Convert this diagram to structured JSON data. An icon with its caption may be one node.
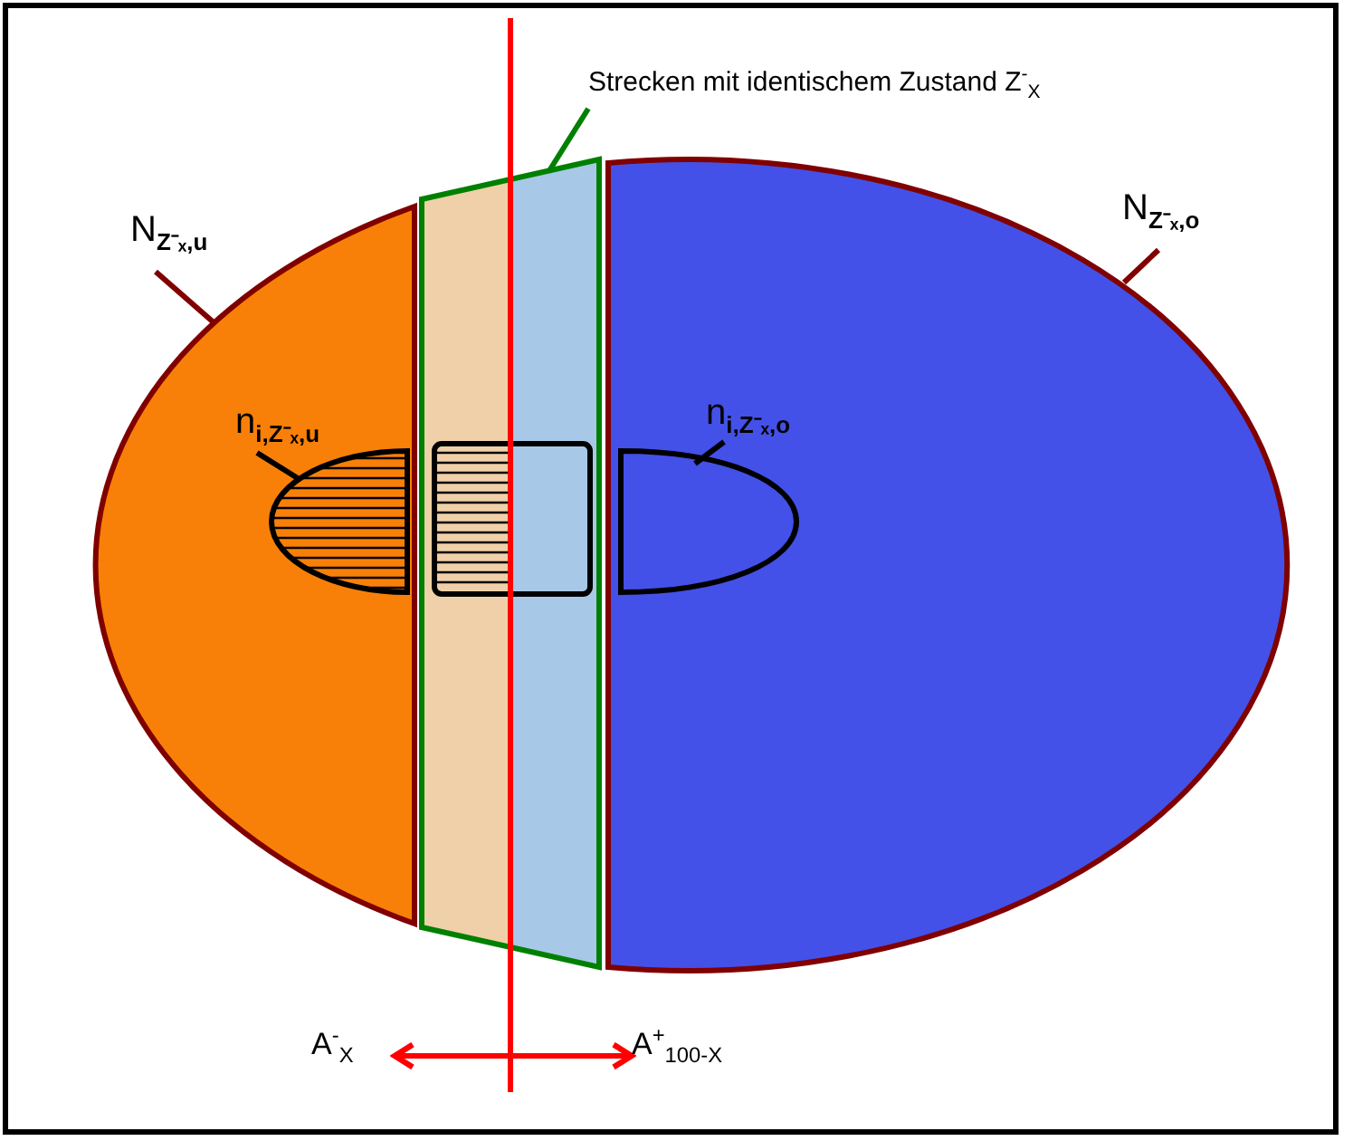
{
  "diagram": {
    "nodes": [
      {
        "text": [
          "Strecken mit identischem Zustand Z$^{-}$$_{X}$"
        ]
      },
      {
        "text": [
          "N$_{Z⁻ₓ,u}$"
        ]
      },
      {
        "text": [
          "N$_{Z⁻ₓ,o}$"
        ]
      },
      {
        "text": [],
        "shape": "segment"
      },
      {
        "text": [],
        "shape": "band"
      },
      {
        "text": [],
        "shape": "segment"
      },
      {
        "text": [
          "n$_{i,Z⁻ₓ,u}$"
        ],
        "in": 3
      },
      {
        "text": [
          "n$_{i,Z⁻ₓ,o}$"
        ],
        "in": 5
      },
      {
        "text": [],
        "shape": "lens",
        "in": 3
      },
      {
        "text": [],
        "shape": "box",
        "in": 4
      },
      {
        "text": [],
        "shape": "lens",
        "in": 5
      },
      {
        "text": [
          "A$^{-}$$_{X}$"
        ]
      },
      {
        "text": [
          "A$^{+}$$_{100-X}$"
        ]
      }
    ],
    "edges": [
      {
        "from": 0,
        "to": 4,
        "arrow": "none",
        "color": "#008000"
      },
      {
        "from": 1,
        "to": 3,
        "arrow": "none",
        "color": "#800000"
      },
      {
        "from": 2,
        "to": 5,
        "arrow": "none",
        "color": "#800000"
      },
      {
        "from": 6,
        "to": 8,
        "arrow": "none",
        "color": "#000000"
      },
      {
        "from": 7,
        "to": 10,
        "arrow": "none",
        "color": "#000000"
      },
      {
        "from": 11,
        "to": 12,
        "arrow": "both",
        "color": "#ff0000"
      }
    ]
  }
}
